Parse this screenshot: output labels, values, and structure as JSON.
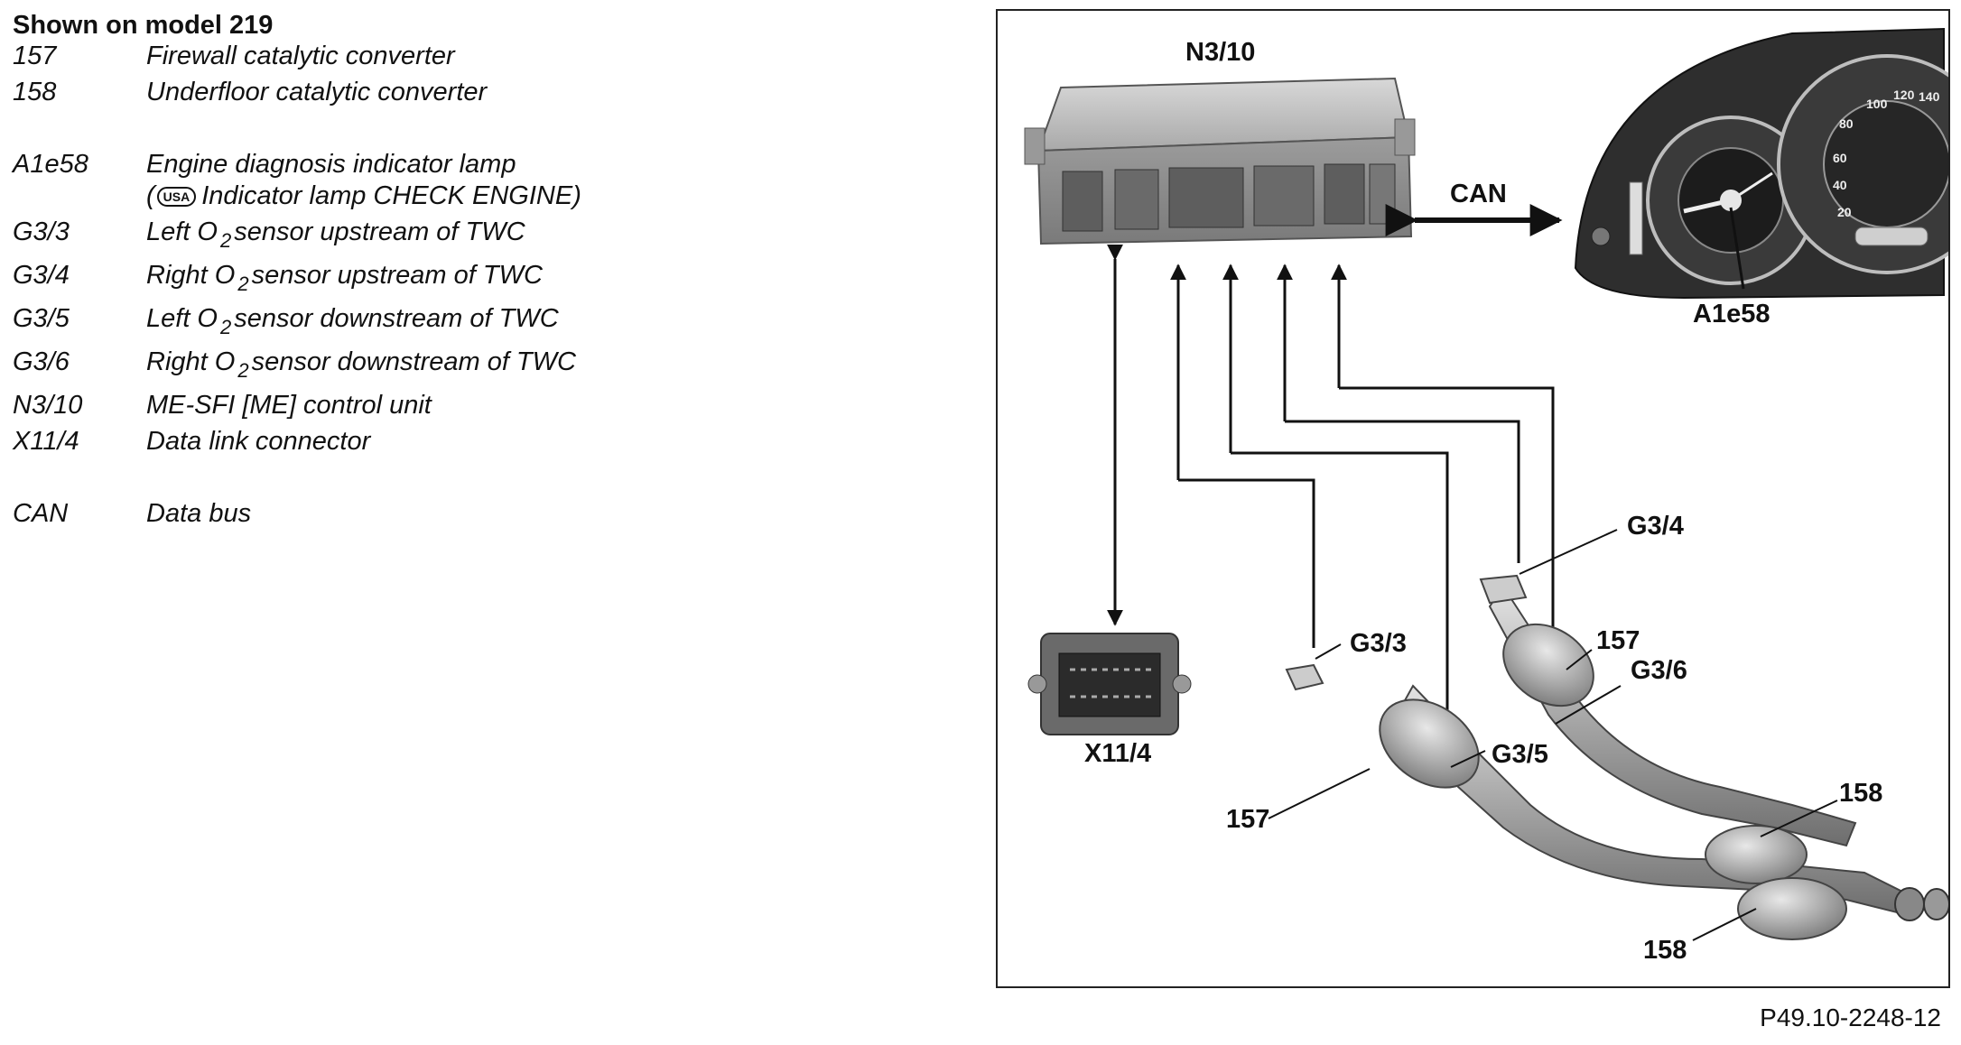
{
  "legend": {
    "title": "Shown on model 219",
    "items": [
      {
        "code": "157",
        "desc": "Firewall catalytic converter"
      },
      {
        "code": "158",
        "desc": "Underfloor catalytic converter"
      },
      {
        "code": "A1e58",
        "desc": "Engine diagnosis indicator lamp",
        "desc2_prefix": "(",
        "badge": "USA",
        "desc2": "Indicator lamp CHECK ENGINE)"
      },
      {
        "code": "G3/3",
        "pre": "Left O",
        "sub": "2",
        "post": "sensor upstream of TWC"
      },
      {
        "code": "G3/4",
        "pre": "Right O",
        "sub": "2",
        "post": "sensor upstream of TWC"
      },
      {
        "code": "G3/5",
        "pre": "Left O",
        "sub": "2",
        "post": "sensor downstream of TWC"
      },
      {
        "code": "G3/6",
        "pre": "Right O",
        "sub": "2",
        "post": "sensor downstream of TWC"
      },
      {
        "code": "N3/10",
        "desc": "ME-SFI [ME] control unit"
      },
      {
        "code": "X11/4",
        "desc": "Data link connector"
      },
      {
        "code": "CAN",
        "desc": "Data bus"
      }
    ]
  },
  "diagram": {
    "labels": {
      "n3_10": "N3/10",
      "can": "CAN",
      "a1e58": "A1e58",
      "x11_4": "X11/4",
      "g3_3": "G3/3",
      "g3_4": "G3/4",
      "g3_5": "G3/5",
      "g3_6": "G3/6",
      "c157_left": "157",
      "c157_right": "157",
      "c158_upper": "158",
      "c158_lower": "158"
    },
    "gauge_numbers": [
      "100",
      "120",
      "140",
      "80",
      "60",
      "40",
      "20"
    ]
  },
  "figure_ref": "P49.10-2248-12"
}
